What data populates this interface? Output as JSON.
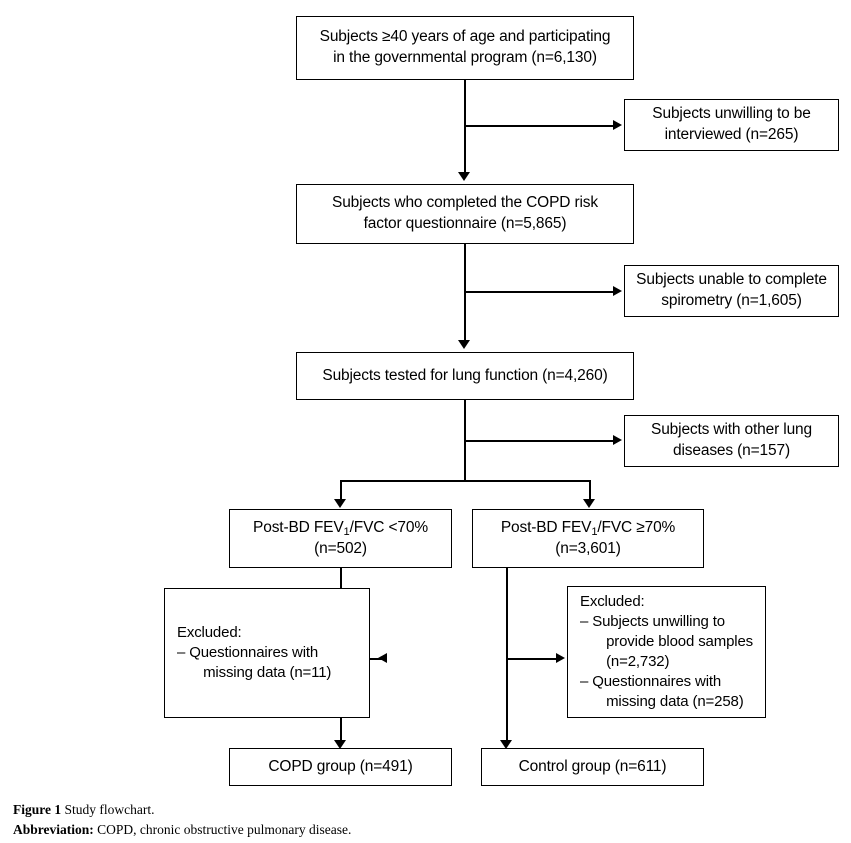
{
  "figure": {
    "caption_label": "Figure 1",
    "caption_text": " Study flowchart.",
    "abbrev_label": "Abbreviation:",
    "abbrev_text": " COPD, chronic obstructive pulmonary disease."
  },
  "nodes": {
    "enrolled": {
      "line1": "Subjects ≥40 years of age and participating",
      "line2": "in the governmental program (n=6,130)"
    },
    "excluded_interview": {
      "line1": "Subjects unwilling to be",
      "line2": "interviewed (n=265)"
    },
    "questionnaire_completed": {
      "line1": "Subjects who completed the COPD risk",
      "line2": "factor questionnaire (n=5,865)"
    },
    "excluded_spirometry": {
      "line1": "Subjects unable to complete",
      "line2": "spirometry  (n=1,605)"
    },
    "lung_function_tested": {
      "line1": "Subjects tested for lung function (n=4,260)"
    },
    "excluded_other_lung": {
      "line1": "Subjects with other lung",
      "line2": "diseases (n=157)"
    },
    "post_bd_low": {
      "prefix": "Post-BD FEV",
      "subscript": "1",
      "suffix": "/FVC <70%",
      "line2": "(n=502)"
    },
    "post_bd_high": {
      "prefix": "Post-BD FEV",
      "subscript": "1",
      "suffix": "/FVC ≥70%",
      "line2": "(n=3,601)"
    },
    "excluded_copd": {
      "title": "Excluded:",
      "items": [
        "– Questionnaires with\n   missing data (n=11)"
      ]
    },
    "excluded_control": {
      "title": "Excluded:",
      "items": [
        "– Subjects unwilling to\n   provide blood samples\n   (n=2,732)",
        "– Questionnaires with\n   missing data (n=258)"
      ]
    },
    "copd_group": {
      "line1": "COPD group (n=491)"
    },
    "control_group": {
      "line1": "Control group (n=611)"
    }
  },
  "colors": {
    "line": "#000000",
    "box_border": "#000000",
    "background": "#ffffff",
    "text": "#000000"
  }
}
